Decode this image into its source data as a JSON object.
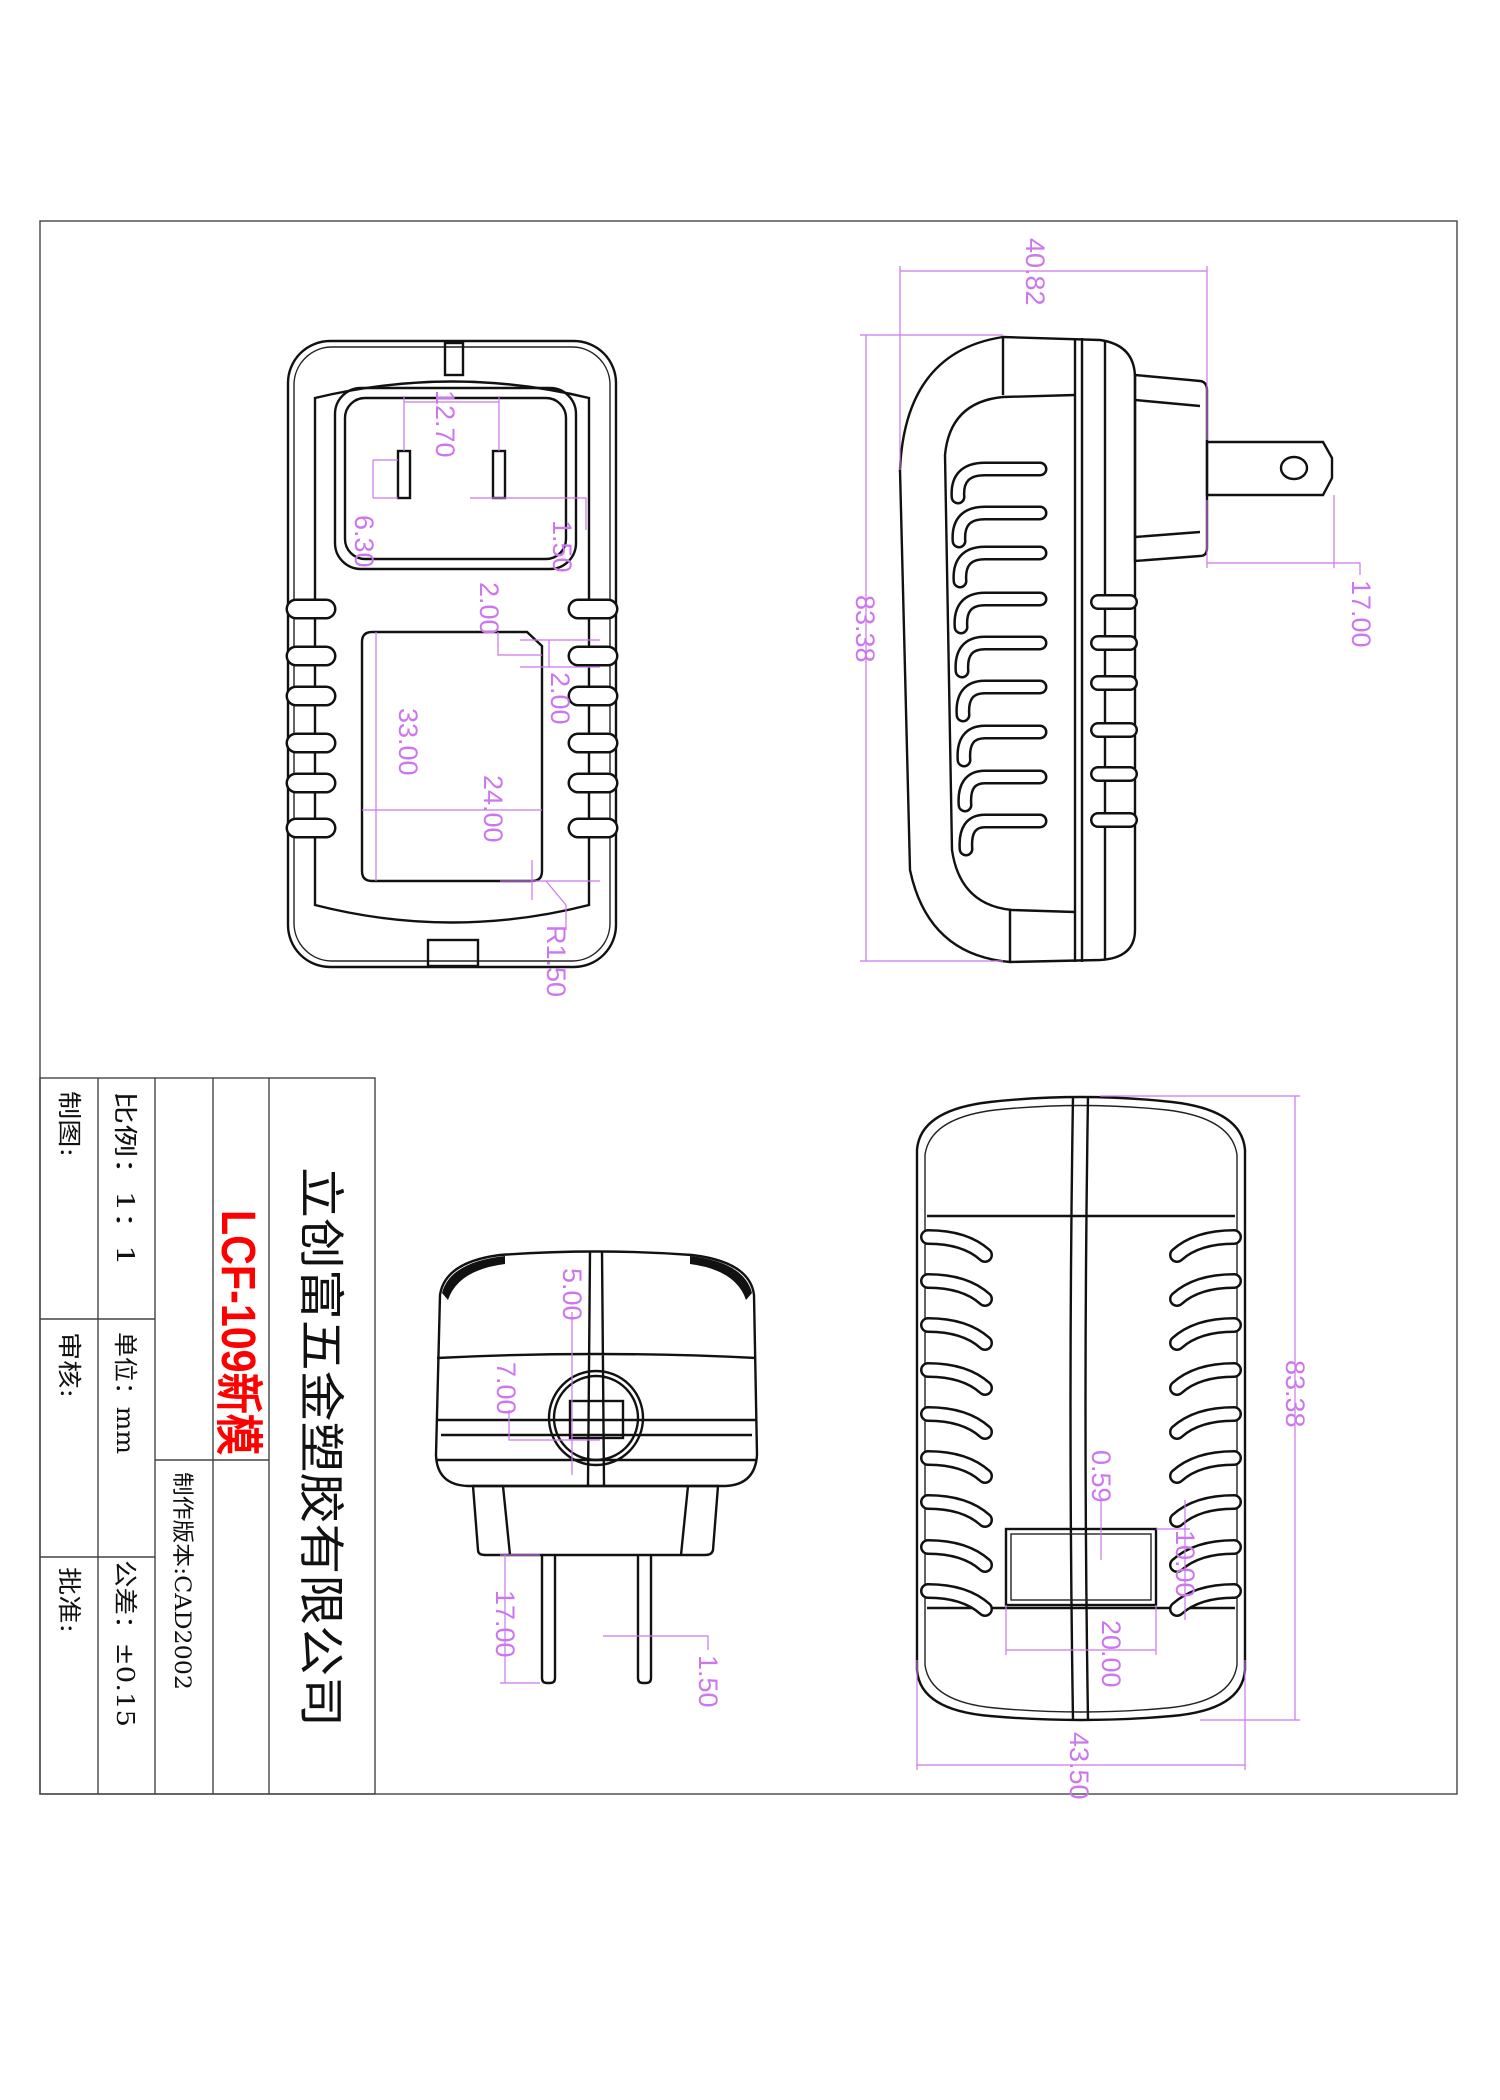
{
  "title_block": {
    "company": "立创富五金塑胶有限公司",
    "model": "LCF-109新模",
    "version": "制作版本:CAD2002",
    "scale": "比例：1：1",
    "unit": "单位：mm",
    "tolerance": "公差：±0.15",
    "drawn_by": "制图:",
    "checked_by": "审核:",
    "approved_by": "批准:"
  },
  "front_view": {
    "dims": [
      "12.70",
      "6.30",
      "1.50",
      "2.00",
      "2.00",
      "33.00",
      "24.00",
      "R1.50"
    ]
  },
  "side_view": {
    "dims": [
      "40.82",
      "83.38",
      "17.00"
    ]
  },
  "bottom_view": {
    "dims": [
      "5.00",
      "7.00",
      "17.00",
      "1.50"
    ]
  },
  "back_view": {
    "dims": [
      "83.38",
      "0.59",
      "10.00",
      "20.00",
      "43.50"
    ]
  },
  "colors": {
    "line": "#111111",
    "dimension": "#cc77ee",
    "model_text": "#ff0000"
  }
}
